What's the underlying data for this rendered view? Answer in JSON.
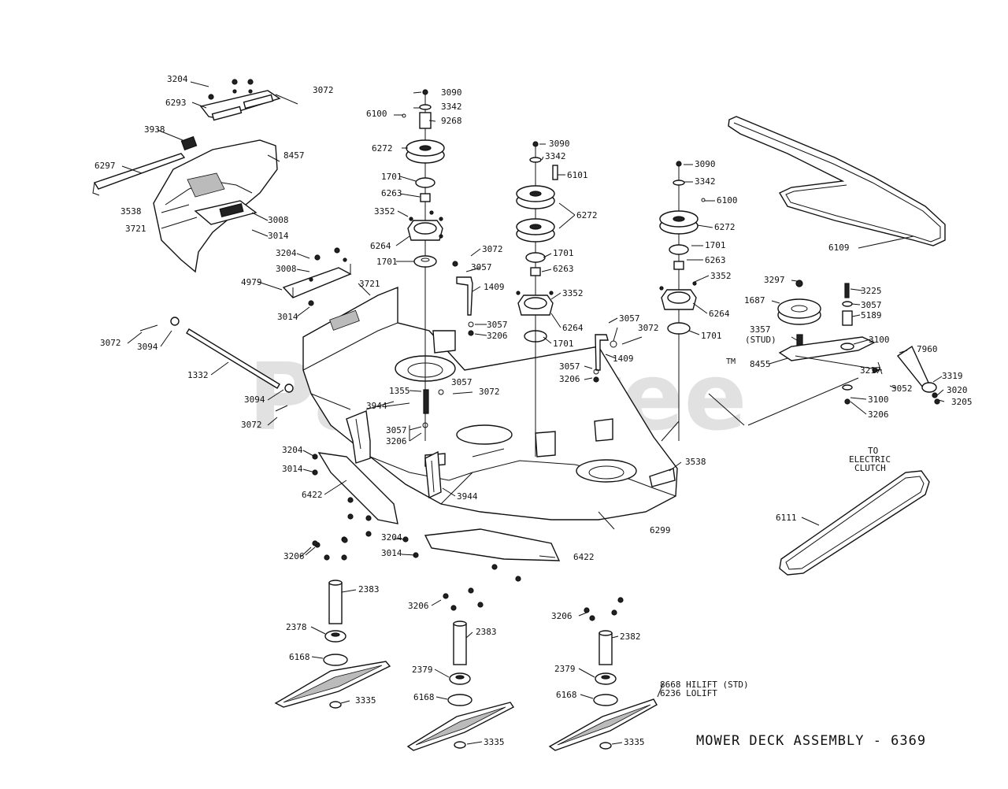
{
  "title": "MOWER DECK ASSEMBLY - 6369",
  "watermark": {
    "text": "PartsTree",
    "trademark": "TM"
  },
  "notes": {
    "to_clutch": [
      "TO",
      "ELECTRIC",
      "CLUTCH"
    ],
    "stud": "(STUD)",
    "blade_variants": [
      "8668 HILIFT (STD)",
      "6236 LOLIFT"
    ]
  },
  "labels": {
    "3204a": "3204",
    "6293": "6293",
    "3072a": "3072",
    "3938": "3938",
    "6297": "6297",
    "8457": "8457",
    "3538a": "3538",
    "3721a": "3721",
    "3008a": "3008",
    "3014a": "3014",
    "3204b": "3204",
    "3008b": "3008",
    "4979": "4979",
    "3014b": "3014",
    "3721b": "3721",
    "3072b": "3072",
    "3094a": "3094",
    "1332": "1332",
    "3094b": "3094",
    "3072c": "3072",
    "3204c": "3204",
    "3014c": "3014",
    "6422a": "6422",
    "3204d": "3204",
    "3014d": "3014",
    "3206a": "3206",
    "6422b": "6422",
    "6299": "6299",
    "3538b": "3538",
    "6100a": "6100",
    "3090a": "3090",
    "3342a": "3342",
    "9268": "9268",
    "6272a": "6272",
    "1701a": "1701",
    "6263a": "6263",
    "3352a": "3352",
    "6264a": "6264",
    "1701b": "1701",
    "3072d": "3072",
    "3057a": "3057",
    "1409a": "1409",
    "3057b": "3057",
    "3206b": "3206",
    "1355": "1355",
    "3944a": "3944",
    "3057c": "3057",
    "3072e": "3072",
    "3057d": "3057",
    "3206c": "3206",
    "3944b": "3944",
    "3090b": "3090",
    "3342b": "3342",
    "6101": "6101",
    "6272b": "6272",
    "1701c": "1701",
    "6263b": "6263",
    "3352b": "3352",
    "6264b": "6264",
    "1701d": "1701",
    "3057e": "3057",
    "3072f": "3072",
    "1409b": "1409",
    "3057f": "3057",
    "3206d": "3206",
    "3090c": "3090",
    "3342c": "3342",
    "6100b": "6100",
    "6272c": "6272",
    "1701e": "1701",
    "6263c": "6263",
    "3352c": "3352",
    "6264c": "6264",
    "1701f": "1701",
    "6109": "6109",
    "3297": "3297",
    "1687": "1687",
    "3225": "3225",
    "3057g": "3057",
    "5189": "5189",
    "3357": "3357",
    "3100a": "3100",
    "7960": "7960",
    "8455": "8455",
    "3217": "3217",
    "3319": "3319",
    "3052": "3052",
    "3020": "3020",
    "3205": "3205",
    "3100b": "3100",
    "3206e": "3206",
    "6111": "6111",
    "2383a": "2383",
    "2378a": "2378",
    "6168a": "6168",
    "3335a": "3335",
    "3206f": "3206",
    "2383b": "2383",
    "2378b": "2379",
    "6168b": "6168",
    "3335b": "3335",
    "3206g": "3206",
    "2382": "2382",
    "2379c": "2379",
    "6168c": "6168",
    "3335c": "3335"
  }
}
